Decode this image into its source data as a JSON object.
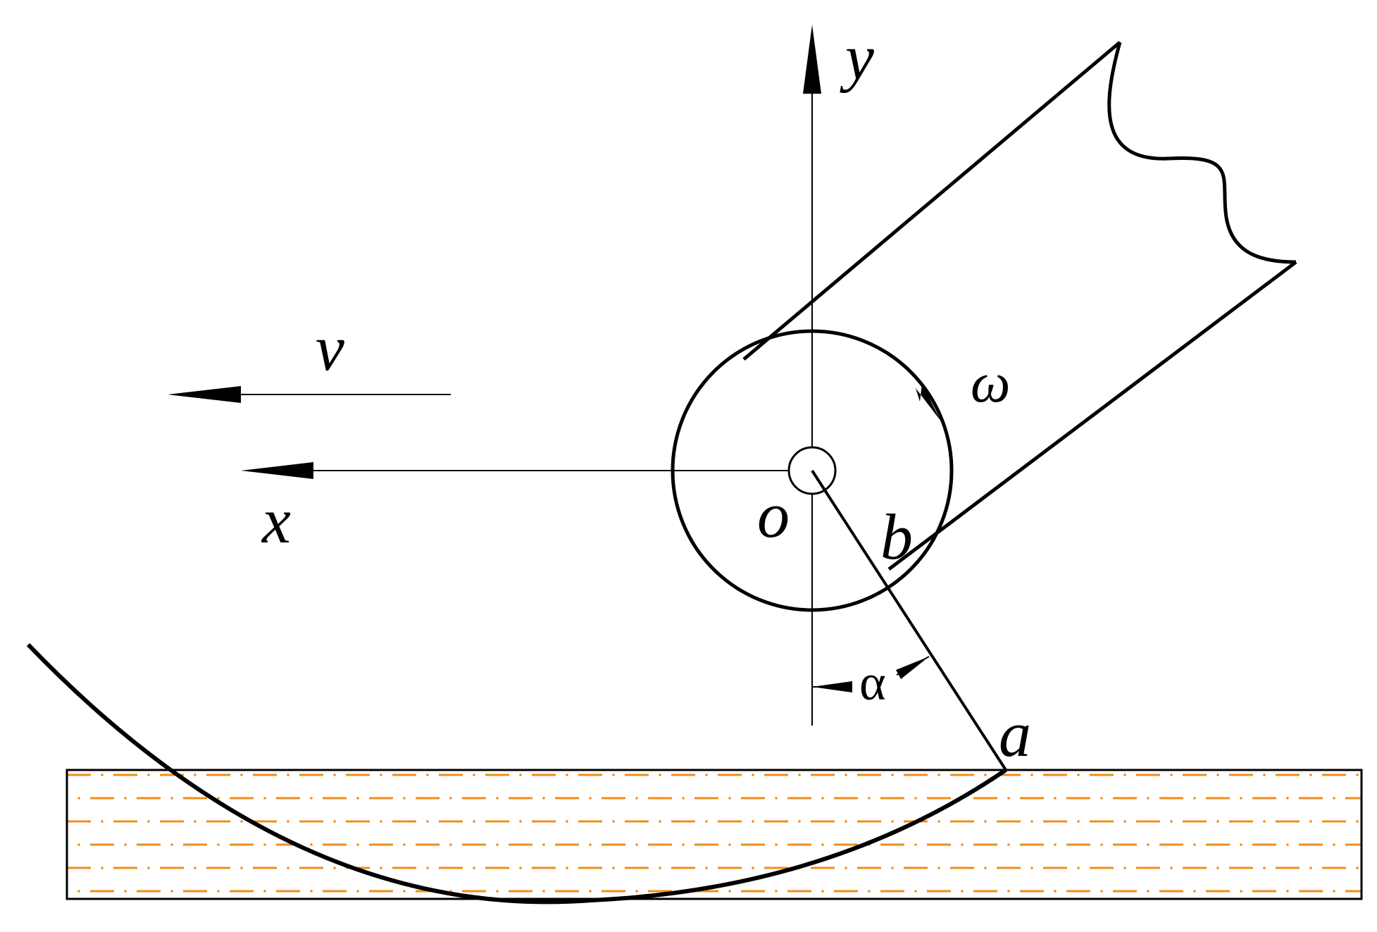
{
  "labels": {
    "y_axis": "y",
    "x_axis": "x",
    "velocity": "v",
    "angular_velocity": "ω",
    "origin": "o",
    "point_b": "b",
    "point_a": "a",
    "angle": "α"
  },
  "colors": {
    "line": "#000000",
    "strip_dashes": "#f08c1e",
    "background": "#ffffff"
  }
}
